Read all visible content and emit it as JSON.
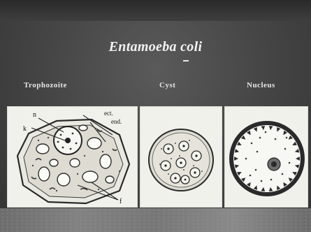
{
  "slide": {
    "title": "Entamoeba coli",
    "columns": [
      {
        "label": "Trophozoite"
      },
      {
        "label": "Cyst"
      },
      {
        "label": "Nucleus"
      }
    ],
    "trophozoite_labels": {
      "n": "n",
      "k": "k",
      "ect": "ect.",
      "end": "end.",
      "f": "f"
    }
  },
  "colors": {
    "background": "#474747",
    "panel": "#f1f1ec",
    "ink": "#2b2b2b",
    "title": "#f2f2f2"
  }
}
